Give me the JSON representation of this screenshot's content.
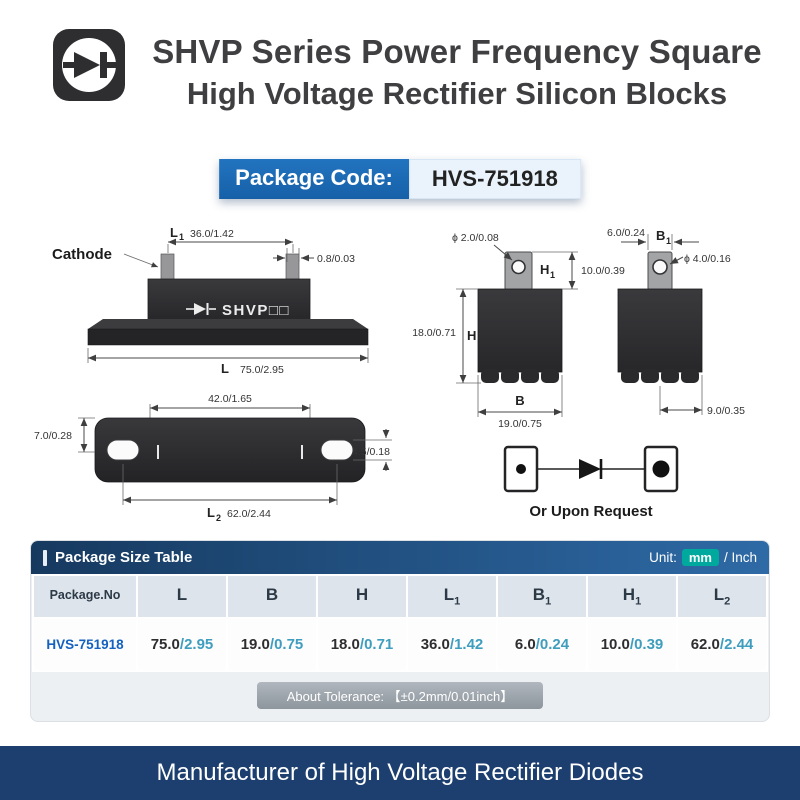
{
  "header": {
    "title_line1": "SHVP Series Power Frequency Square",
    "title_line2": "High Voltage Rectifier Silicon Blocks"
  },
  "package_code": {
    "label": "Package Code:",
    "value": "HVS-751918"
  },
  "drawings": {
    "front_view": {
      "cathode_label": "Cathode",
      "l1_label": "L",
      "l1_sub": "1",
      "l1_value": "36.0/1.42",
      "pin_dim": "0.8/0.03",
      "body_marking": "SHVP□□",
      "l_label": "L",
      "l_value": "75.0/2.95"
    },
    "top_view": {
      "width_dim": "42.0/1.65",
      "left_dim": "7.0/0.28",
      "right_dim": "4.5/0.18",
      "l2_label": "L",
      "l2_sub": "2",
      "l2_value": "62.0/2.44"
    },
    "side_view_a": {
      "hole_dim": "ϕ 2.0/0.08",
      "h1_label": "H",
      "h1_sub": "1",
      "h1_value": "10.0/0.39",
      "h_value": "18.0/0.71",
      "h_label": "H",
      "b_label": "B",
      "b_value": "19.0/0.75"
    },
    "side_view_b": {
      "top_dim": "6.0/0.24",
      "b1_label": "B",
      "b1_sub": "1",
      "hole_dim": "ϕ 4.0/0.16",
      "bottom_dim": "9.0/0.35"
    },
    "terminals": {
      "note": "Or Upon Request"
    }
  },
  "size_table": {
    "title": "Package Size Table",
    "unit_label": "Unit:",
    "unit_mm": "mm",
    "unit_inch": "/ Inch",
    "columns": [
      {
        "base": "Package.No",
        "sub": ""
      },
      {
        "base": "L",
        "sub": ""
      },
      {
        "base": "B",
        "sub": ""
      },
      {
        "base": "H",
        "sub": ""
      },
      {
        "base": "L",
        "sub": "1"
      },
      {
        "base": "B",
        "sub": "1"
      },
      {
        "base": "H",
        "sub": "1"
      },
      {
        "base": "L",
        "sub": "2"
      }
    ],
    "row": {
      "package_no": "HVS-751918",
      "values": [
        {
          "mm": "75.0",
          "inch": "/2.95"
        },
        {
          "mm": "19.0",
          "inch": "/0.75"
        },
        {
          "mm": "18.0",
          "inch": "/0.71"
        },
        {
          "mm": "36.0",
          "inch": "/1.42"
        },
        {
          "mm": "6.0",
          "inch": "/0.24"
        },
        {
          "mm": "10.0",
          "inch": "/0.39"
        },
        {
          "mm": "62.0",
          "inch": "/2.44"
        }
      ]
    },
    "tolerance": "About Tolerance: 【±0.2mm/0.01inch】"
  },
  "footer": {
    "text": "Manufacturer of High Voltage Rectifier Diodes"
  },
  "colors": {
    "accent_blue": "#1a6cb8",
    "unit_badge_teal": "#00a99d",
    "banner_navy": "#1d3f6f",
    "inch_blue": "#3f9dbe"
  }
}
